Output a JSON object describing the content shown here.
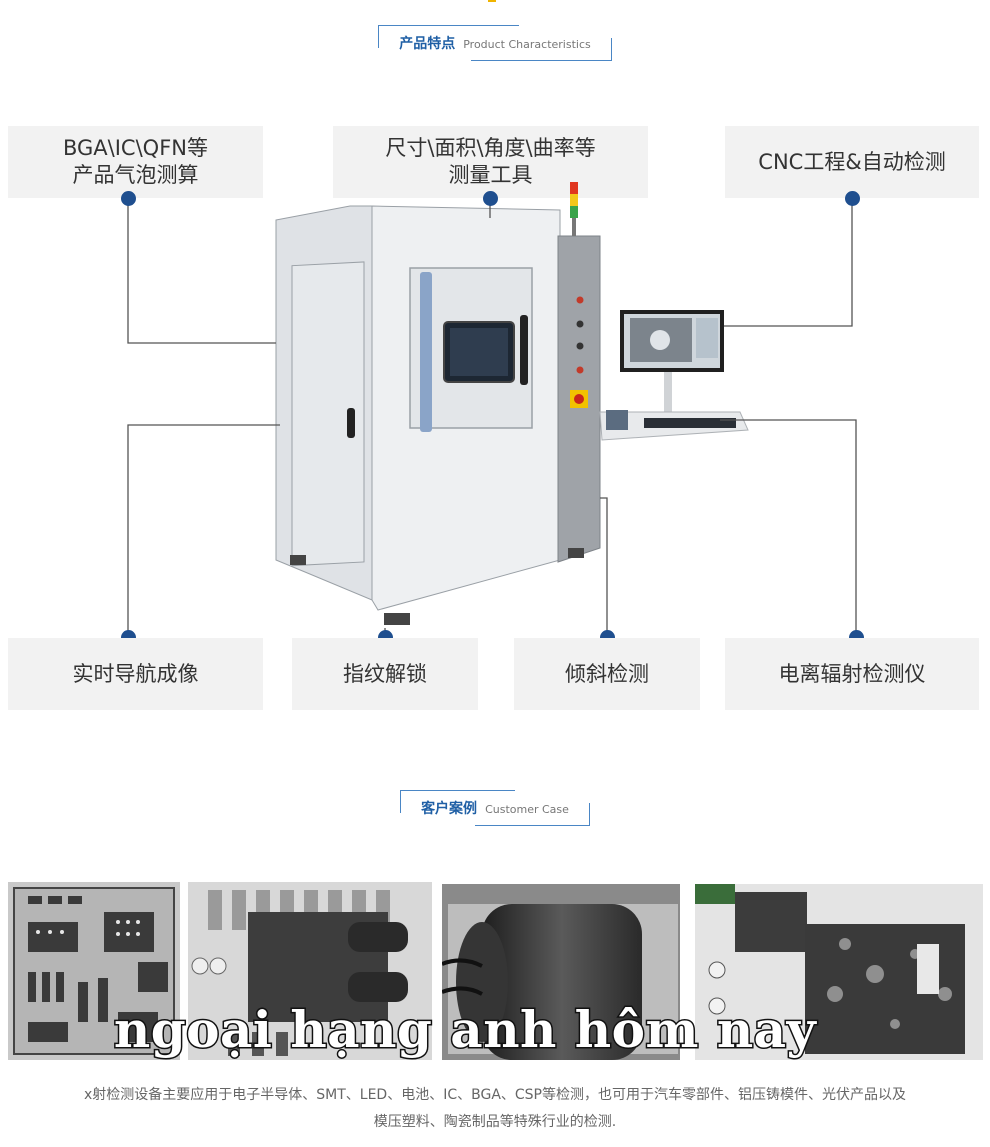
{
  "section_product": {
    "cn": "产品特点",
    "en": "Product Characteristics"
  },
  "features_top": [
    {
      "lines": [
        "BGA\\IC\\QFN等",
        "产品气泡测算"
      ]
    },
    {
      "lines": [
        "尺寸\\面积\\角度\\曲率等",
        "测量工具"
      ]
    },
    {
      "lines": [
        "CNC工程&自动检测"
      ]
    }
  ],
  "features_bottom": [
    {
      "label": "实时导航成像"
    },
    {
      "label": "指纹解锁"
    },
    {
      "label": "倾斜检测"
    },
    {
      "label": "电离辐射检测仪"
    }
  ],
  "section_case": {
    "cn": "客户案例",
    "en": "Customer Case"
  },
  "overlay": "ngoại hạng anh hôm nay",
  "caption": {
    "line1": "x射检测设备主要应用于电子半导体、SMT、LED、电池、IC、BGA、CSP等检测，也可用于汽车零部件、铝压铸模件、光伏产品以及",
    "line2": "模压塑料、陶瓷制品等特殊行业的检测."
  },
  "colors": {
    "accent": "#1f5fa5",
    "dot": "#1f4f8f",
    "box": "#f2f2f2"
  }
}
